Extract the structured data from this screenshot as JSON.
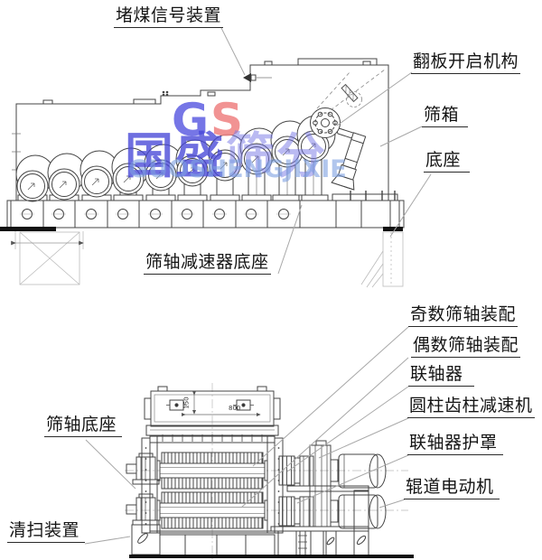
{
  "watermark": {
    "gs_blue": "G",
    "gs_red": "S",
    "chinese_dark": "国盛",
    "chinese_light": "筛分",
    "latin": "GUOSHENGJIXIE"
  },
  "top_view": {
    "labels": {
      "coal_blockage_signal_device": "堵煤信号装置",
      "flap_opening_mechanism": "翻板开启机构",
      "screen_box": "筛箱",
      "base": "底座",
      "screen_shaft_reducer_base": "筛轴减速器底座"
    }
  },
  "bottom_view": {
    "labels": {
      "odd_screen_shaft_assembly": "奇数筛轴装配",
      "even_screen_shaft_assembly": "偶数筛轴装配",
      "coupling": "联轴器",
      "cylindrical_gear_reducer": "圆柱齿柱减速机",
      "coupling_guard": "联轴器护罩",
      "roller_motor": "辊道电动机",
      "screen_shaft_base": "筛轴底座",
      "cleaning_device": "清扫装置"
    },
    "dimensions": {
      "vertical": "150",
      "horizontal": "800"
    }
  },
  "colors": {
    "line": "#444444",
    "leader": "#a8a8a8",
    "watermark_blue": "#5858e0",
    "watermark_red": "#ee8080",
    "watermark_latin": "#7da0e1",
    "ground": "#111111"
  }
}
